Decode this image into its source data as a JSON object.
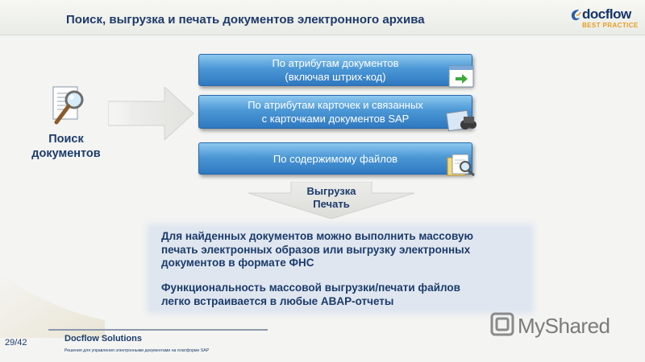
{
  "header": {
    "title": "Поиск, выгрузка и печать документов электронного архива",
    "logo_name": "docflow",
    "logo_sub": "BEST PRACTICE"
  },
  "search": {
    "label_line1": "Поиск",
    "label_line2": "документов"
  },
  "buttons": [
    {
      "line1": "По атрибутам документов",
      "line2": "(включая штрих-код)",
      "icon": "document-arrow-icon"
    },
    {
      "line1": "По атрибутам карточек и связанных",
      "line2": "с карточками документов SAP",
      "icon": "binoculars-icon"
    },
    {
      "line1": "По содержимому файлов",
      "line2": "",
      "icon": "magnifier-document-icon"
    }
  ],
  "export": {
    "line1": "Выгрузка",
    "line2": "Печать"
  },
  "info": {
    "p1": [
      "Для найденных документов можно выполнить массовую",
      "печать электронных образов или выгрузку электронных",
      "документов в формате ФНС"
    ],
    "p2": [
      "Функциональность массовой выгрузки/печати файлов",
      "легко встраивается в любые ABAP-отчеты"
    ]
  },
  "footer": {
    "page": "29/42",
    "company": "Docflow Solutions",
    "tagline": "Решения для управления электронными документами на платформе SAP"
  },
  "watermark": "MyShared",
  "colors": {
    "title": "#1e3a6b",
    "button_top": "#8dc8ef",
    "button_bottom": "#2f78c0",
    "info_bg": "#dfe6ef",
    "logo_accent": "#e89b1c"
  }
}
